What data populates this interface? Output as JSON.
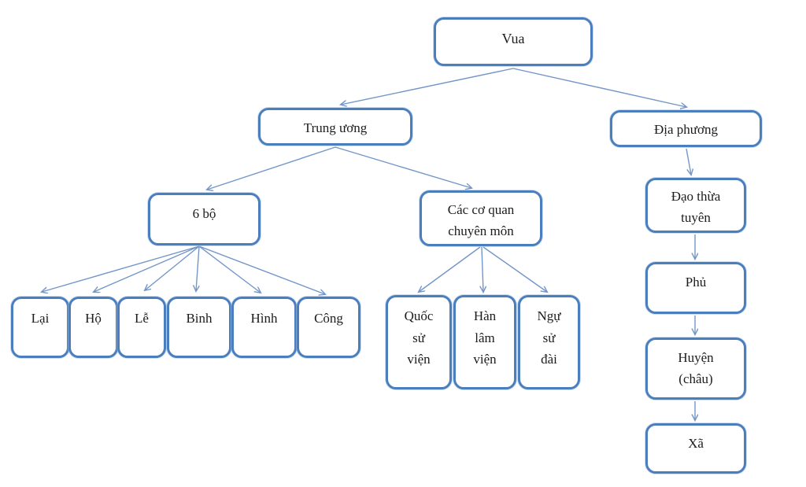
{
  "diagram": {
    "type": "flowchart",
    "colors": {
      "box_border": "#4a7ebd",
      "box_border_halo": "#a8c2e0",
      "arrow": "#7396c8",
      "text": "#1c1c1c",
      "background": "#ffffff"
    },
    "nodes": {
      "vua": {
        "lines": [
          "Vua"
        ]
      },
      "trung_uong": {
        "lines": [
          "Trung ương"
        ]
      },
      "dia_phuong": {
        "lines": [
          "Địa phương"
        ]
      },
      "sau_bo": {
        "lines": [
          "6 bộ"
        ]
      },
      "chuyen_mon": {
        "lines": [
          "Các cơ quan",
          "chuyên môn"
        ]
      },
      "lai": {
        "lines": [
          "Lại"
        ]
      },
      "ho": {
        "lines": [
          "Hộ"
        ]
      },
      "le": {
        "lines": [
          "Lễ"
        ]
      },
      "binh": {
        "lines": [
          "Binh"
        ]
      },
      "hinh": {
        "lines": [
          "Hình"
        ]
      },
      "cong": {
        "lines": [
          "Công"
        ]
      },
      "quoc_su_vien": {
        "lines": [
          "Quốc",
          "sử",
          "viện"
        ]
      },
      "han_lam_vien": {
        "lines": [
          "Hàn",
          "lâm",
          "viện"
        ]
      },
      "ngu_su_dai": {
        "lines": [
          "Ngự",
          "sử",
          "đài"
        ]
      },
      "dao_thua_tuyen": {
        "lines": [
          "Đạo thừa",
          "tuyên"
        ]
      },
      "phu": {
        "lines": [
          "Phủ"
        ]
      },
      "huyen": {
        "lines": [
          "Huyện",
          "(châu)"
        ]
      },
      "xa": {
        "lines": [
          "Xã"
        ]
      }
    },
    "edges": [
      {
        "from": "vua",
        "to": "trung_uong"
      },
      {
        "from": "vua",
        "to": "dia_phuong"
      },
      {
        "from": "trung_uong",
        "to": "sau_bo"
      },
      {
        "from": "trung_uong",
        "to": "chuyen_mon"
      },
      {
        "from": "sau_bo",
        "to": "lai"
      },
      {
        "from": "sau_bo",
        "to": "ho"
      },
      {
        "from": "sau_bo",
        "to": "le"
      },
      {
        "from": "sau_bo",
        "to": "binh"
      },
      {
        "from": "sau_bo",
        "to": "hinh"
      },
      {
        "from": "sau_bo",
        "to": "cong"
      },
      {
        "from": "chuyen_mon",
        "to": "quoc_su_vien"
      },
      {
        "from": "chuyen_mon",
        "to": "han_lam_vien"
      },
      {
        "from": "chuyen_mon",
        "to": "ngu_su_dai"
      },
      {
        "from": "dia_phuong",
        "to": "dao_thua_tuyen"
      },
      {
        "from": "dao_thua_tuyen",
        "to": "phu"
      },
      {
        "from": "phu",
        "to": "huyen"
      },
      {
        "from": "huyen",
        "to": "xa"
      }
    ]
  }
}
